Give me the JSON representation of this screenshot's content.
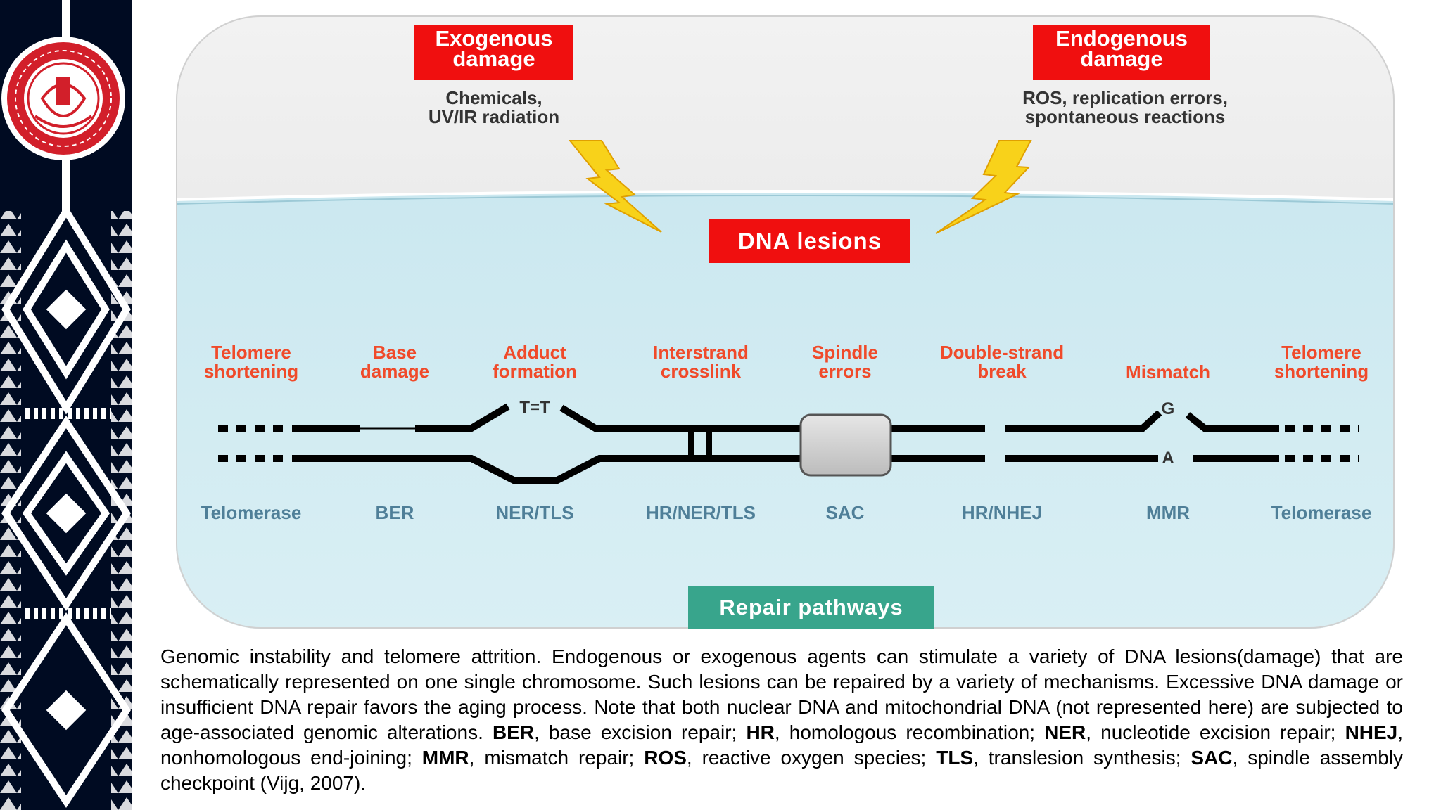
{
  "damage_sources": [
    {
      "title_lines": [
        "Exogenous",
        "damage"
      ],
      "desc_lines": [
        "Chemicals,",
        "UV/IR radiation"
      ]
    },
    {
      "title_lines": [
        "Endogenous",
        "damage"
      ],
      "desc_lines": [
        "ROS, replication errors,",
        "spontaneous reactions"
      ]
    }
  ],
  "center_label": "DNA lesions",
  "bottom_label": "Repair pathways",
  "lesions": [
    {
      "lines": [
        "Telomere",
        "shortening"
      ],
      "pathway": "Telomerase"
    },
    {
      "lines": [
        "Base",
        "damage"
      ],
      "pathway": "BER"
    },
    {
      "lines": [
        "Adduct",
        "formation"
      ],
      "pathway": "NER/TLS"
    },
    {
      "lines": [
        "Interstrand",
        "crosslink"
      ],
      "pathway": "HR/NER/TLS"
    },
    {
      "lines": [
        "Spindle",
        "errors"
      ],
      "pathway": "SAC"
    },
    {
      "lines": [
        "Double-strand",
        "break"
      ],
      "pathway": "HR/NHEJ"
    },
    {
      "lines": [
        "Mismatch"
      ],
      "pathway": "MMR"
    },
    {
      "lines": [
        "Telomere",
        "shortening"
      ],
      "pathway": "Telomerase"
    }
  ],
  "bases": {
    "adduct": "T=T",
    "mismatch_top": "G",
    "mismatch_bottom": "A"
  },
  "caption": {
    "intro": "Genomic instability and telomere attrition. Endogenous or exogenous agents can stimulate a variety of DNA lesions(damage) that are schematically represented on one single chromosome. Such lesions can be repaired by a variety of mechanisms. Excessive DNA damage or insufficient DNA repair favors the aging process. Note that both nuclear DNA and mitochondrial DNA (not represented here) are subjected to age-associated genomic alterations.",
    "abbreviations": [
      {
        "abbr": "BER",
        "def": "base excision repair;"
      },
      {
        "abbr": "HR",
        "def": "homologous recombination;"
      },
      {
        "abbr": "NER",
        "def": "nucleotide excision repair;"
      },
      {
        "abbr": "NHEJ",
        "def": "nonhomologous end-joining;"
      },
      {
        "abbr": "MMR",
        "def": "mismatch repair;"
      },
      {
        "abbr": "ROS",
        "def": "reactive oxygen species;"
      },
      {
        "abbr": "TLS",
        "def": "translesion synthesis;"
      },
      {
        "abbr": "SAC",
        "def": "spindle assembly checkpoint (Vijg, 2007)."
      }
    ]
  },
  "colors": {
    "sidebar_bg": "#000b22",
    "red_box": "#f00f0f",
    "lesion_text": "#f04a2a",
    "pathway_text": "#4f7f98",
    "repair_box": "#38a58c",
    "nucleus_fill": "#d4ecf2",
    "outer_fill": "#e8e8e8"
  }
}
